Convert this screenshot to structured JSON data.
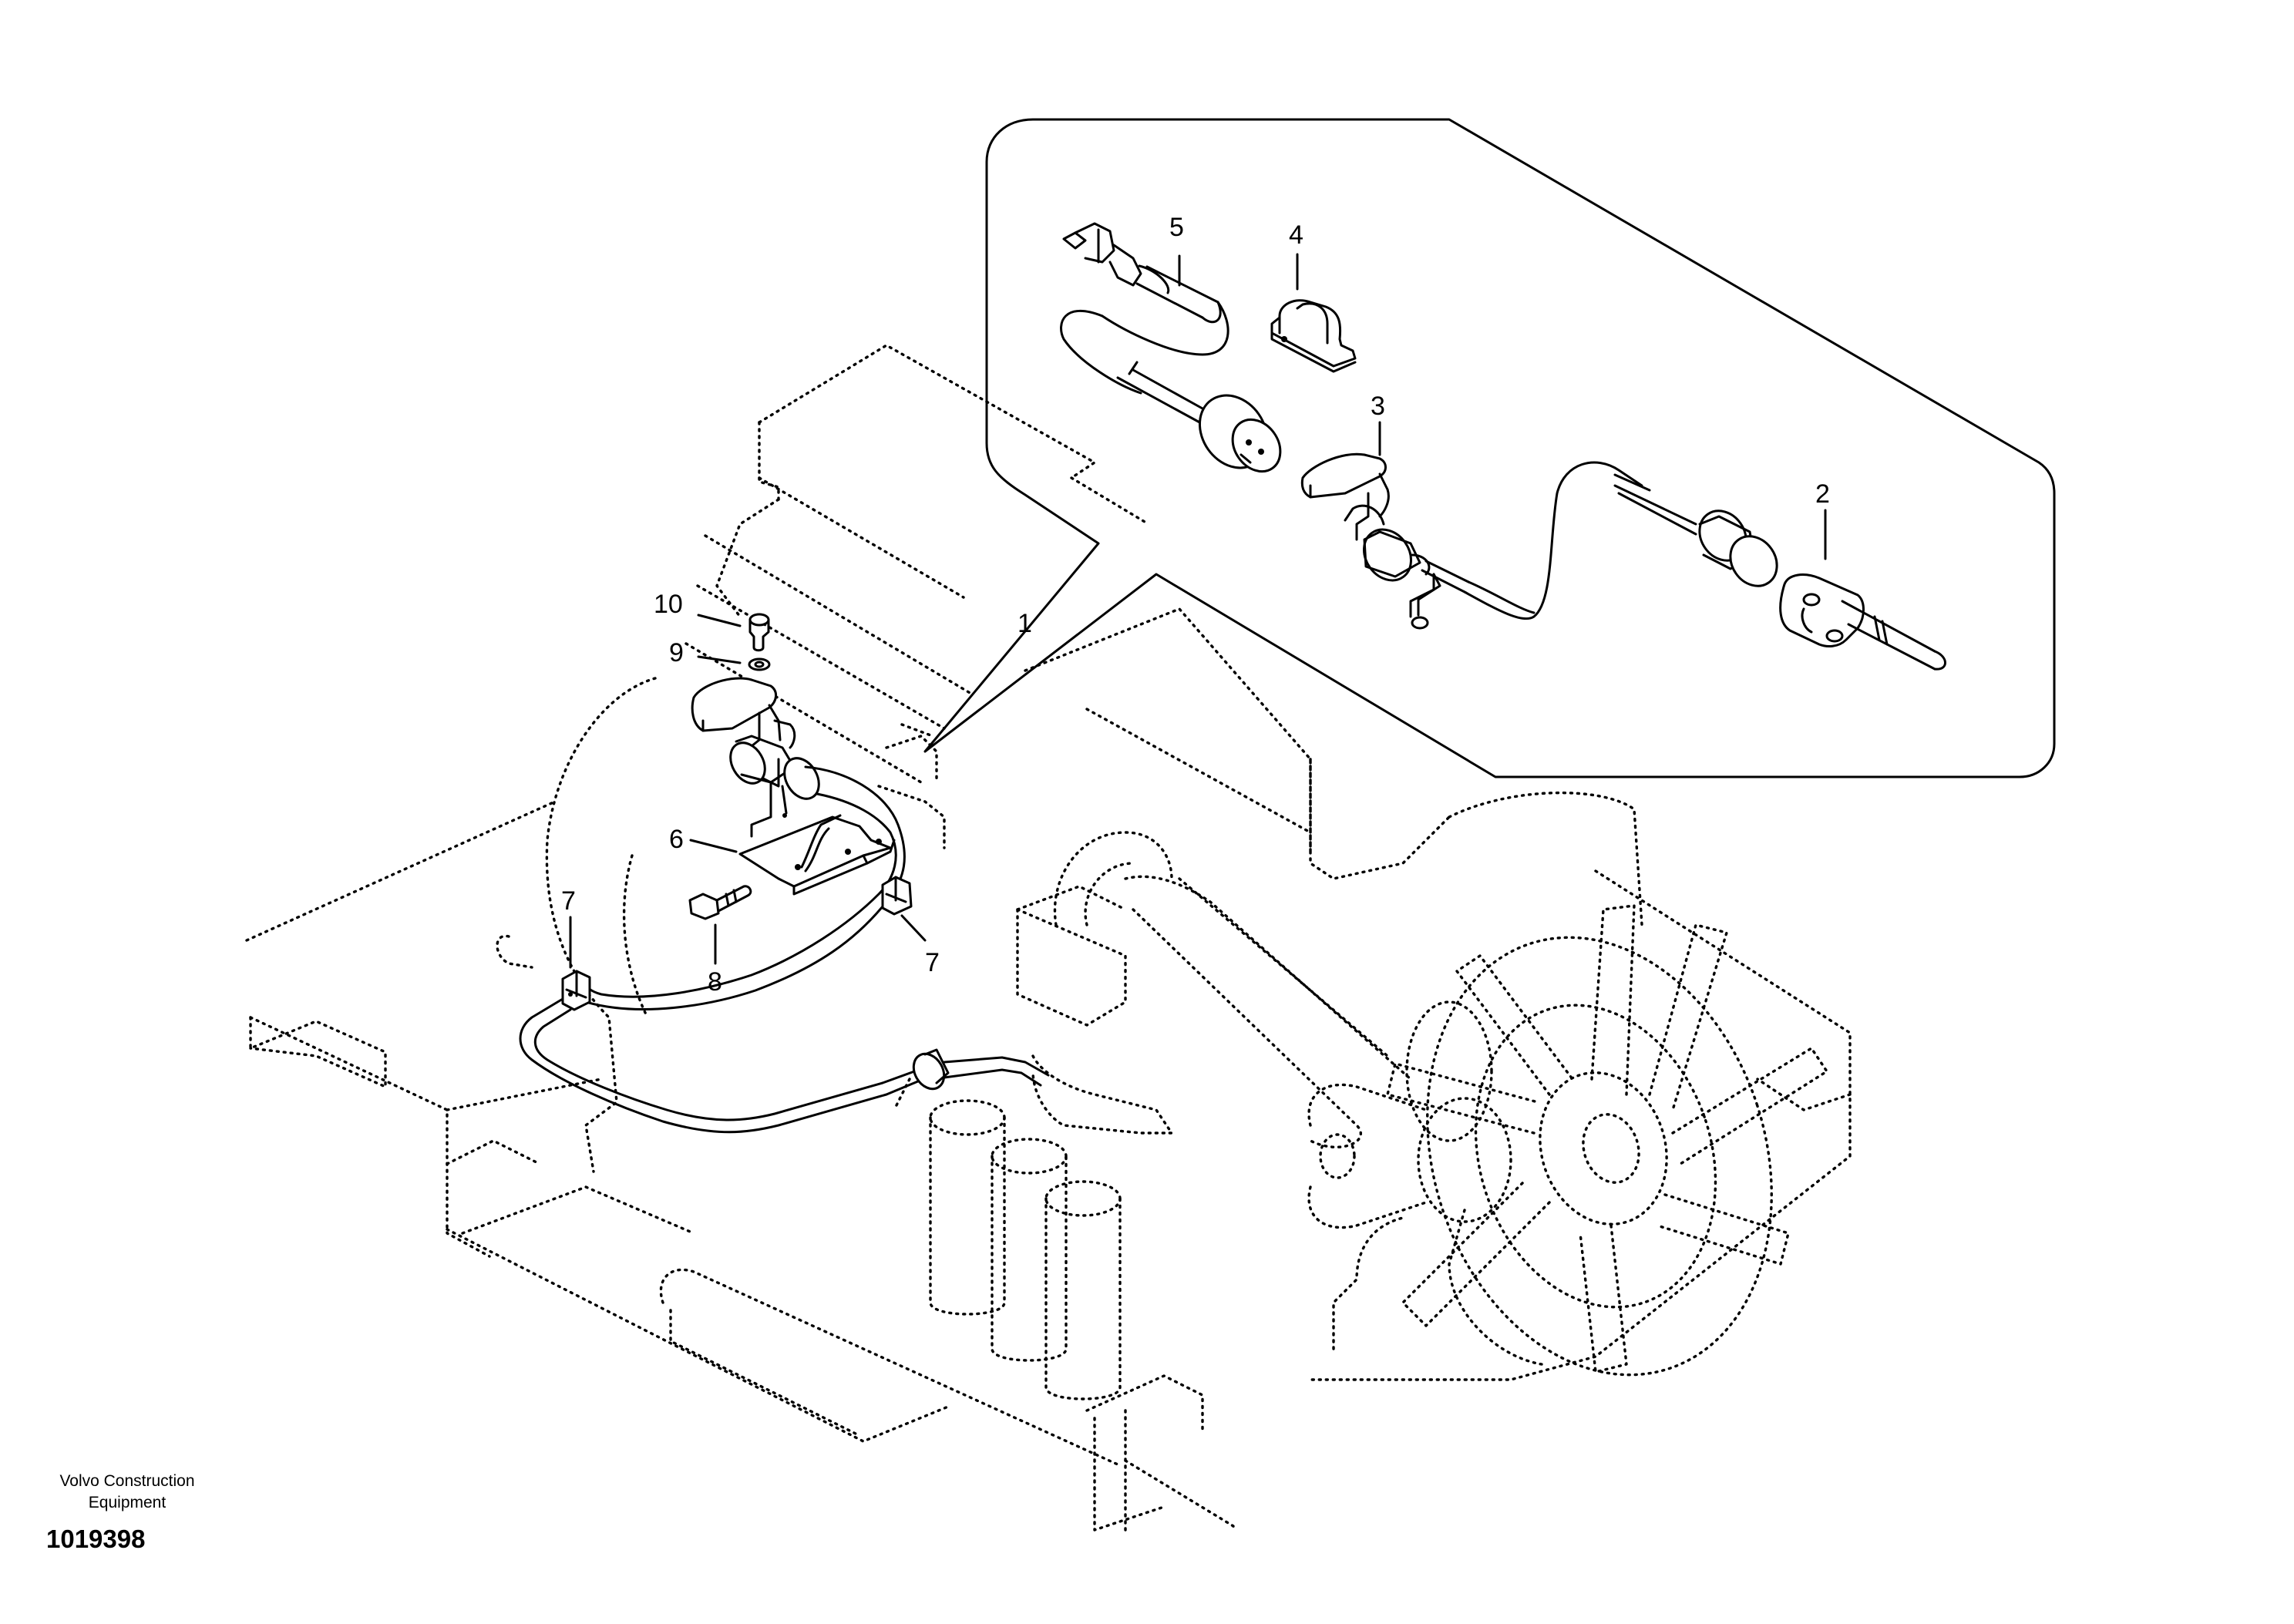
{
  "callouts": {
    "c1": "1",
    "c2": "2",
    "c3": "3",
    "c4": "4",
    "c5": "5",
    "c6": "6",
    "c7a": "7",
    "c7b": "7",
    "c8": "8",
    "c9": "9",
    "c10": "10"
  },
  "footer": {
    "brand_line1": "Volvo Construction",
    "brand_line2": "Equipment",
    "document_number": "1019398"
  }
}
